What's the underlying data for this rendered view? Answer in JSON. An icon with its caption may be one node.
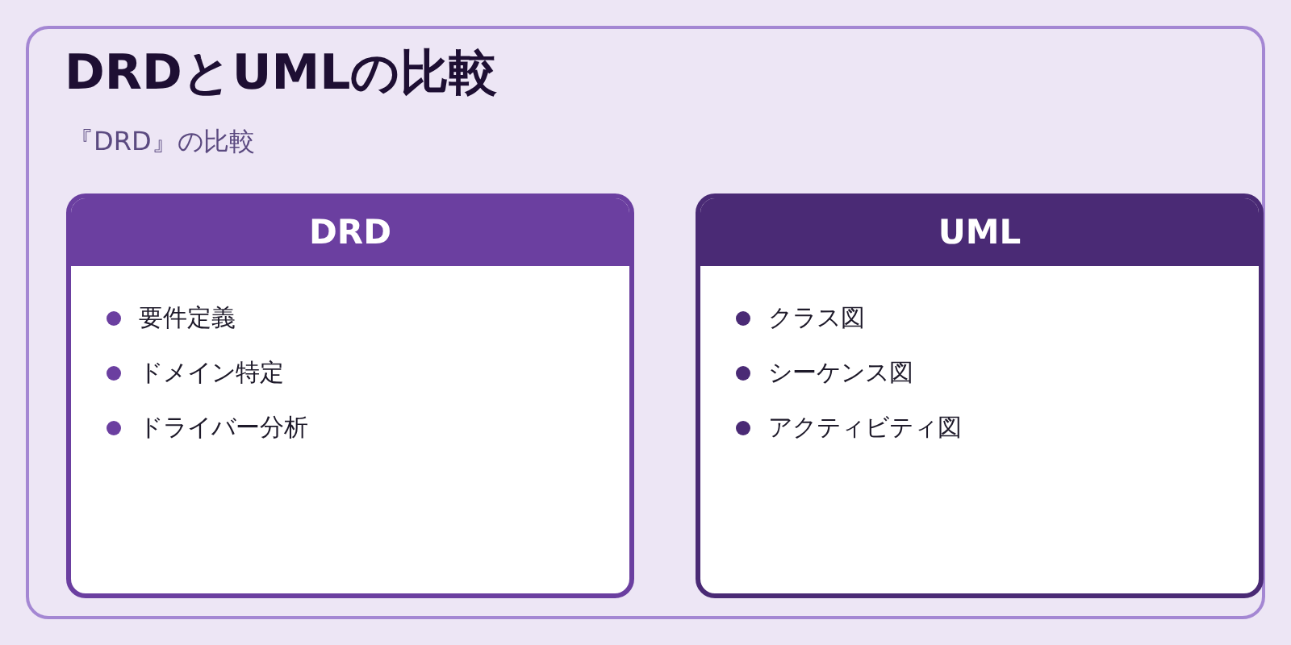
{
  "diagram": {
    "nodes": [
      {
        "text": [
          "DRDとUMLの比較",
          "『DRD』の比較"
        ]
      },
      {
        "text": [
          "DRD",
          "要件定義",
          "ドメイン特定",
          "ドライバー分析"
        ],
        "in": 0
      },
      {
        "text": [
          "UML",
          "クラス図",
          "シーケンス図",
          "アクティビティ図"
        ],
        "in": 0
      }
    ]
  }
}
